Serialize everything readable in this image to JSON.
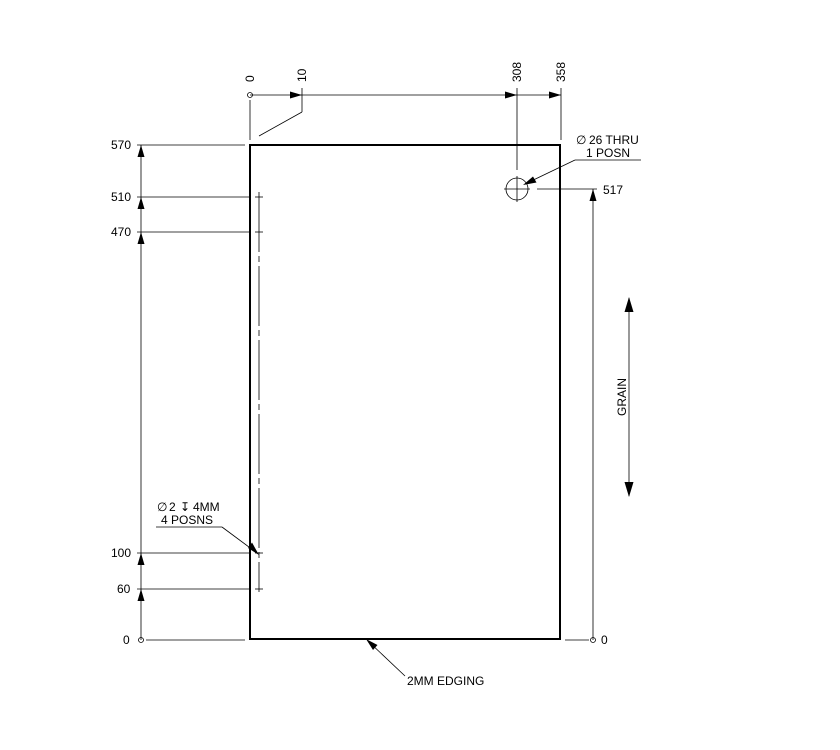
{
  "panel": {
    "top_dimensions": [
      "0",
      "10",
      "308",
      "358"
    ],
    "left_dimensions": [
      "570",
      "510",
      "470",
      "100",
      "60",
      "0"
    ],
    "right_dimensions": [
      "517",
      "0"
    ]
  },
  "annotations": {
    "hole_large_line1": "26 THRU",
    "hole_large_line2": "1 POSN",
    "hole_small_line1": "2",
    "hole_small_depth": "4MM",
    "hole_small_line2": "4 POSNS",
    "grain": "GRAIN",
    "edging": "2MM EDGING",
    "diameter_symbol": "∅",
    "depth_symbol": "↧"
  }
}
